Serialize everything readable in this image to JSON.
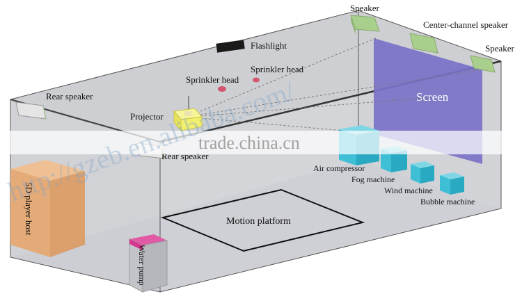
{
  "labels": {
    "speaker_top": "Speaker",
    "center_channel_speaker": "Center-channel speaker",
    "speaker_right": "Speaker",
    "flashlight": "Flashlight",
    "sprinkler_head_1": "Sprinkler head",
    "sprinkler_head_2": "Sprinkler head",
    "rear_speaker_1": "Rear speaker",
    "projector": "Projector",
    "screen": "Screen",
    "rear_speaker_2": "Rear speaker",
    "air_compressor": "Air compressor",
    "fog_machine": "Fog machine",
    "wind_machine": "Wind machine",
    "bubble_machine": "Bubble machine",
    "player_host": "5D player host",
    "motion_platform": "Motion platform",
    "water_pump": "Water pump"
  },
  "watermarks": {
    "center": "trade.china.cn",
    "diagonal": "http://gzeb.en.alibaba.com/"
  },
  "colors": {
    "speaker": "#a9cf8c",
    "screen": "#7a72c8",
    "equipment": "#3fbfd6",
    "projector": "#f2ef6e",
    "player_host": "#e6a66e",
    "water_pump_top": "#d6368f",
    "sprinkler": "#d2566e",
    "room_fill": "#cfd2d6"
  }
}
